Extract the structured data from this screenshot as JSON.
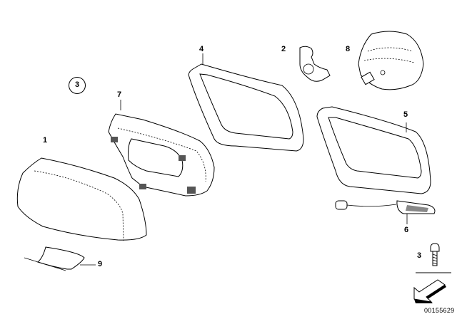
{
  "diagram": {
    "type": "exploded-parts-diagram",
    "subject": "exterior mirror housing parts",
    "callouts": [
      {
        "id": "1",
        "label": "1",
        "part": "mirror cap / housing cover"
      },
      {
        "id": "2",
        "label": "2",
        "part": "clip / holder"
      },
      {
        "id": "3",
        "label": "3",
        "part": "screw"
      },
      {
        "id": "4",
        "label": "4",
        "part": "mirror frame"
      },
      {
        "id": "5",
        "label": "5",
        "part": "mirror frame (outer)"
      },
      {
        "id": "6",
        "label": "6",
        "part": "turn signal light with cable"
      },
      {
        "id": "7",
        "label": "7",
        "part": "mirror carrier"
      },
      {
        "id": "8",
        "label": "8",
        "part": "mirror actuator motor"
      },
      {
        "id": "9",
        "label": "9",
        "part": "trim strip"
      }
    ],
    "circled_label": "3",
    "screw_label": "3",
    "diagram_code": "00155629"
  }
}
